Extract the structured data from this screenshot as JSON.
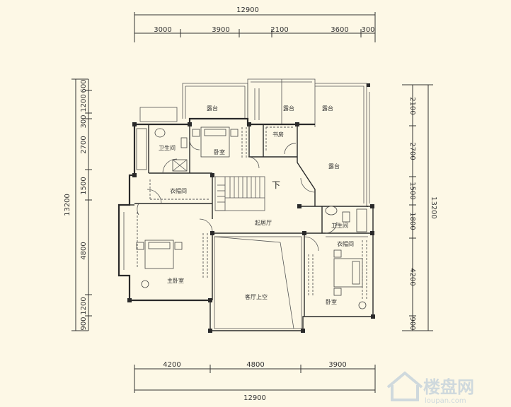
{
  "dimensions": {
    "top_total": "12900",
    "top_segments": [
      "3000",
      "3900",
      "2100",
      "3600",
      "300"
    ],
    "bottom_total": "12900",
    "bottom_segments": [
      "4200",
      "4800",
      "3900"
    ],
    "left_total": "13200",
    "left_segments": [
      "600",
      "1200",
      "300",
      "2700",
      "1500",
      "4800",
      "1200",
      "900"
    ],
    "right_total": "13200",
    "right_segments": [
      "2100",
      "2700",
      "1500",
      "1800",
      "4200",
      "900"
    ]
  },
  "rooms": {
    "terrace_1": "露台",
    "terrace_2": "露台",
    "terrace_3": "露台",
    "terrace_4": "露台",
    "bathroom_1": "卫生间",
    "bedroom_1": "卧室",
    "hall": "起居厅",
    "study": "书房",
    "bathroom_2": "卫生间",
    "closet": "衣帽间",
    "bedroom_2": "主卧室",
    "bedroom_3": "卧室",
    "void": "客厅上空"
  },
  "stair": {
    "label": "下"
  },
  "watermark": {
    "line1": "楼盘网",
    "line2": "loupan.com"
  }
}
